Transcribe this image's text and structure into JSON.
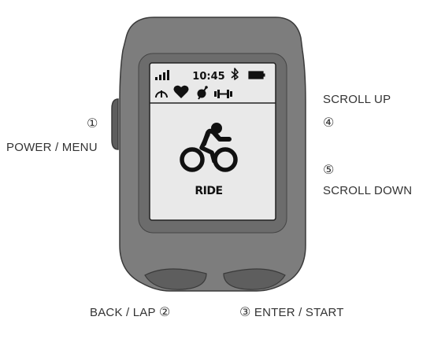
{
  "device": {
    "status_bar": {
      "time": "10:45",
      "icons": [
        "signal-icon",
        "bluetooth-icon",
        "battery-icon"
      ]
    },
    "sensor_icons": [
      "speed-sensor-icon",
      "heart-rate-icon",
      "cadence-sensor-icon",
      "power-meter-icon"
    ],
    "activity": {
      "icon": "cyclist-icon",
      "label": "RIDE"
    }
  },
  "callouts": {
    "power_menu": {
      "number": "①",
      "text": "POWER / MENU"
    },
    "back_lap": {
      "number": "②",
      "text": "BACK / LAP"
    },
    "enter_start": {
      "number": "③",
      "text": "ENTER / START"
    },
    "scroll_up": {
      "number": "④",
      "text": "SCROLL UP"
    },
    "scroll_down": {
      "number": "⑤",
      "text": "SCROLL DOWN"
    }
  },
  "colors": {
    "body": "#7d7d7d",
    "bezel": "#6c6c6c",
    "screen": "#e9e9e9",
    "outline": "#3a3a3a",
    "button": "#5e5e5e"
  }
}
